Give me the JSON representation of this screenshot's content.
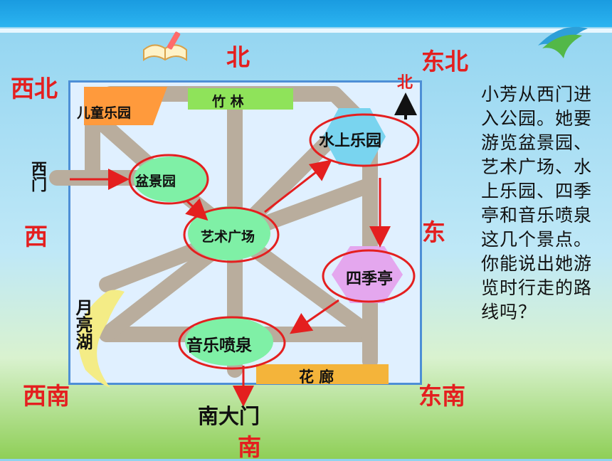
{
  "directions": {
    "north": "北",
    "northeast": "东北",
    "northwest": "西北",
    "east": "东",
    "west": "西",
    "southwest": "西南",
    "southeast": "东南",
    "south": "南",
    "north_arrow_label": "北"
  },
  "places": {
    "kids_park": "儿童乐园",
    "bamboo": "竹 林",
    "water_park": "水上乐园",
    "west_gate": "西门",
    "bonsai": "盆景园",
    "art_square": "艺术广场",
    "four_seasons": "四季亭",
    "moon_lake": "月亮湖",
    "fountain": "音乐喷泉",
    "corridor": "花 廊",
    "south_gate": "南大门"
  },
  "question": "小芳从西门进入公园。她要游览盆景园、艺术广场、水上乐园、四季亭和音乐喷泉这几个景点。你能说出她游览时行走的路线吗？",
  "colors": {
    "accent_red": "#e41f1f",
    "map_border": "#4d8fd6",
    "ellipse_fill": "#7ff0a6",
    "hexagon_fill": "#79d4ef",
    "kids_park_fill": "#ff9a3c",
    "bamboo_fill": "#8fe35a",
    "corridor_fill": "#f4b43a",
    "moon_fill": "#f4ec86"
  }
}
